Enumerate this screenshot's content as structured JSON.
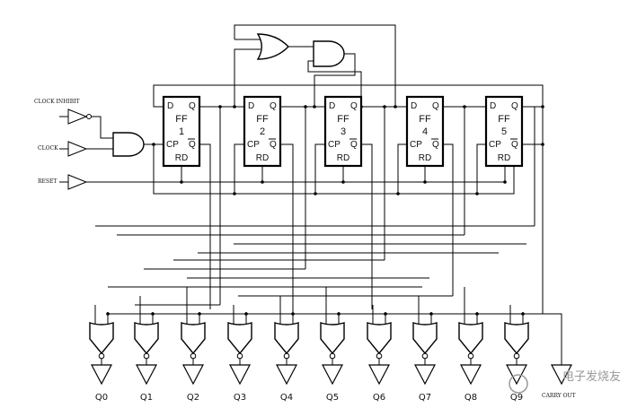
{
  "inputs": {
    "clock_inhibit": "CLOCK INHIBIT",
    "clock": "CLOCK",
    "reset": "RESET"
  },
  "flipflops": [
    {
      "name": "FF",
      "index": "1"
    },
    {
      "name": "FF",
      "index": "2"
    },
    {
      "name": "FF",
      "index": "3"
    },
    {
      "name": "FF",
      "index": "4"
    },
    {
      "name": "FF",
      "index": "5"
    }
  ],
  "pins": {
    "d": "D",
    "q": "Q",
    "cp": "CP",
    "qbar": "Q",
    "rd": "RD"
  },
  "outputs": [
    "Q0",
    "Q1",
    "Q2",
    "Q3",
    "Q4",
    "Q5",
    "Q6",
    "Q7",
    "Q8",
    "Q9"
  ],
  "carry_out": "CARRY OUT",
  "watermark": "电子发烧友",
  "colors": {
    "line": "#000000",
    "watermark": "#9a9a9a"
  }
}
